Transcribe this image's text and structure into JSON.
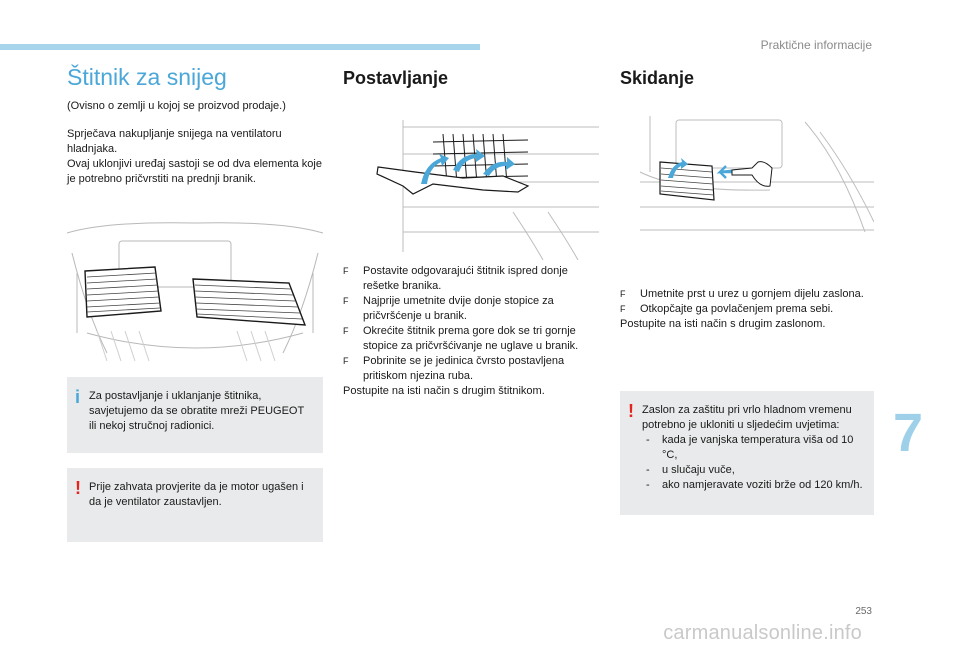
{
  "header": {
    "section_label": "Praktične informacije"
  },
  "chapter_number": "7",
  "page_number": "253",
  "watermark": "carmanualsonline.info",
  "left": {
    "title": "Štitnik za snijeg",
    "intro": "(Ovisno o zemlji u kojoj se proizvod prodaje.)",
    "desc_1": "Sprječava nakupljanje snijega na ventilatoru hladnjaka.",
    "desc_2": "Ovaj uklonjivi uređaj sastoji se od dva elementa koje je potrebno pričvrstiti na prednji branik.",
    "info_box": {
      "mark": "i",
      "text": "Za postavljanje i uklanjanje štitnika, savjetujemo da se obratite mreži PEUGEOT ili nekoj stručnoj radionici."
    },
    "warn_box": {
      "mark": "!",
      "text": "Prije zahvata provjerite da je motor ugašen i da je ventilator zaustavljen."
    }
  },
  "middle": {
    "title": "Postavljanje",
    "bullet_glyph": "F",
    "steps": [
      "Postavite odgovarajući štitnik ispred donje rešetke branika.",
      "Najprije umetnite dvije donje stopice za pričvršćenje u branik.",
      "Okrećite štitnik prema gore dok se tri gornje stopice za pričvršćivanje ne uglave u branik.",
      "Pobrinite se je jedinica čvrsto postavljena pritiskom njezina ruba."
    ],
    "footer": "Postupite na isti način s drugim štitnikom."
  },
  "right": {
    "title": "Skidanje",
    "bullet_glyph": "F",
    "steps": [
      "Umetnite prst u urez u gornjem dijelu zaslona.",
      "Otkopčajte ga povlačenjem prema sebi."
    ],
    "footer": "Postupite na isti način s drugim zaslonom.",
    "warn_box": {
      "mark": "!",
      "text": "Zaslon za zaštitu pri vrlo hladnom vremenu potrebno je ukloniti u sljedećim uvjetima:",
      "dash": "-",
      "items": [
        "kada je vanjska temperatura viša od 10 °C,",
        "u slučaju vuče,",
        "ako namjeravate voziti brže od 120 km/h."
      ]
    }
  },
  "colors": {
    "accent": "#4aa7d8",
    "warning": "#e52421",
    "chapter": "#9fd0ea",
    "box": "#e8eaeb"
  }
}
